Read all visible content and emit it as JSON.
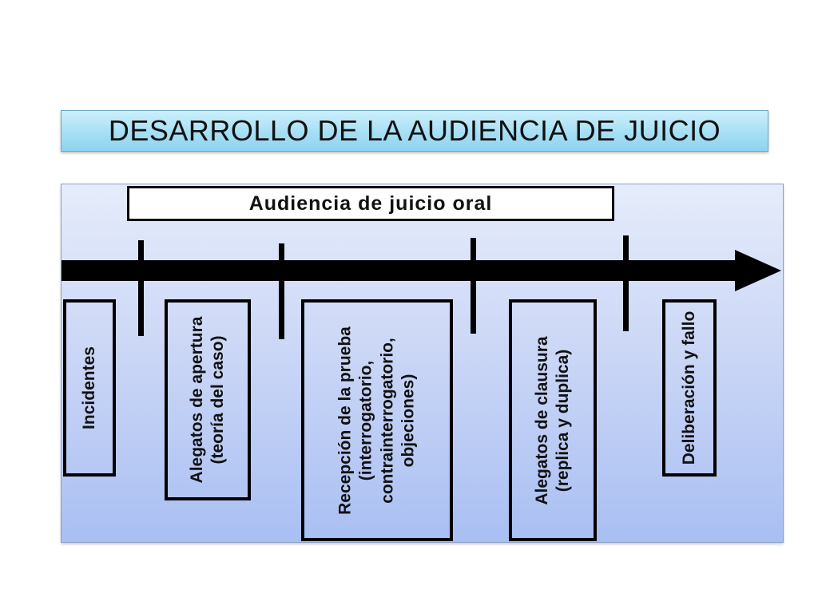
{
  "title": "DESARROLLO DE LA AUDIENCIA DE JUICIO",
  "timeline": {
    "header": "Audiencia de juicio oral",
    "stages": [
      {
        "label": "Incidentes"
      },
      {
        "label": "Alegatos de apertura\n(teoría del caso)"
      },
      {
        "label": "Recepción de la prueba\n(interrogatorio,\ncontrainterrogatorio,\nobjeciones)"
      },
      {
        "label": "Alegatos de clausura\n(replica y duplica)"
      },
      {
        "label": "Deliberación y fallo"
      }
    ]
  },
  "colors": {
    "title_bg": "#a6dff4",
    "panel_bg_top": "#e6ecfb",
    "panel_bg_bottom": "#a9bff2",
    "arrow": "#000000"
  }
}
